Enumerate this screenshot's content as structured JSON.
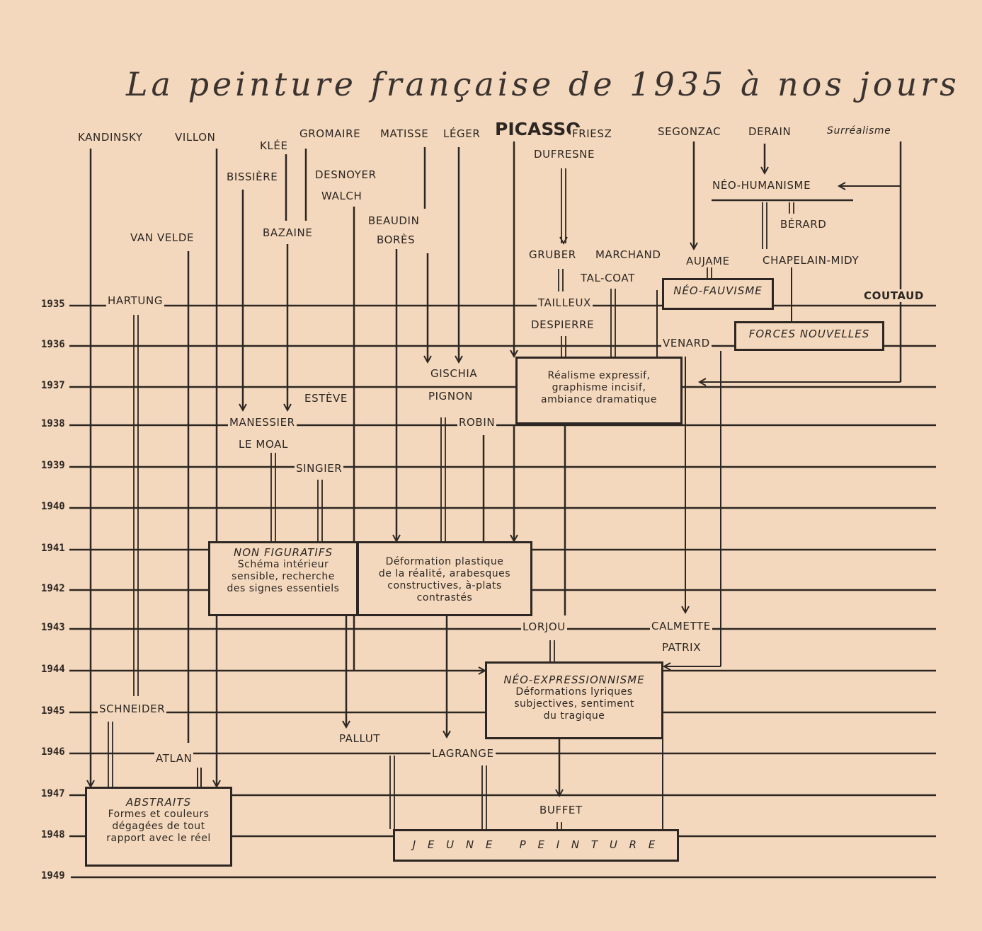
{
  "title": "La peinture française de 1935 à nos jours",
  "years": [
    "1935",
    "1936",
    "1937",
    "1938",
    "1939",
    "1940",
    "1941",
    "1942",
    "1943",
    "1944",
    "1945",
    "1946",
    "1947",
    "1948",
    "1949"
  ],
  "painters": {
    "kandinsky": "KANDINSKY",
    "villon": "VILLON",
    "klee": "KLÉE",
    "bissiere": "BISSIÈRE",
    "gromaire": "GROMAIRE",
    "matisse": "MATISSE",
    "leger": "LÉGER",
    "picasso": "PICASSO",
    "friesz": "FRIESZ",
    "dufresne": "DUFRESNE",
    "segonzac": "SEGONZAC",
    "derain": "DERAIN",
    "desnoyer": "DESNOYER",
    "walch": "WALCH",
    "beaudin": "BEAUDIN",
    "bores": "BORÈS",
    "van_velde": "VAN VELDE",
    "bazaine": "BAZAINE",
    "berard": "BÉRARD",
    "gruber": "GRUBER",
    "marchand": "MARCHAND",
    "aujame": "AUJAME",
    "chapelain_midy": "CHAPELAIN-MIDY",
    "tal_coat": "TAL-COAT",
    "hartung": "HARTUNG",
    "tailleux": "TAILLEUX",
    "coutaud": "COUTAUD",
    "despierre": "DESPIERRE",
    "venard": "VENARD",
    "gischia": "GISCHIA",
    "pignon": "PIGNON",
    "esteve": "ESTÈVE",
    "manessier": "MANESSIER",
    "robin": "ROBIN",
    "le_moal": "LE MOAL",
    "singier": "SINGIER",
    "lorjou": "LORJOU",
    "calmette": "CALMETTE",
    "patrix": "PATRIX",
    "schneider": "SCHNEIDER",
    "pallut": "PALLUT",
    "atlan": "ATLAN",
    "lagrange": "LAGRANGE",
    "buffet": "BUFFET"
  },
  "movements": {
    "surrealisme": "Surréalisme",
    "neo_humanisme": "NÉO-HUMANISME",
    "neo_fauvisme": "NÉO-FAUVISME",
    "forces_nouvelles": "FORCES NOUVELLES",
    "realisme": {
      "desc": [
        "Réalisme expressif,",
        "graphisme incisif,",
        "ambiance dramatique"
      ]
    },
    "non_figuratifs": {
      "name": "NON FIGURATIFS",
      "desc": [
        "Schéma intérieur",
        "sensible, recherche",
        "des signes essentiels"
      ]
    },
    "deformation": {
      "desc": [
        "Déformation plastique",
        "de la réalité, arabesques",
        "constructives, à-plats",
        "contrastés"
      ]
    },
    "neo_expressionnisme": {
      "name": "NÉO-EXPRESSIONNISME",
      "desc": [
        "Déformations lyriques",
        "subjectives, sentiment",
        "du tragique"
      ]
    },
    "abstraits": {
      "name": "ABSTRAITS",
      "desc": [
        "Formes et couleurs",
        "dégagées de tout",
        "rapport avec le réel"
      ]
    },
    "jeune_peinture": "J E U N E   P E I N T U R E"
  }
}
